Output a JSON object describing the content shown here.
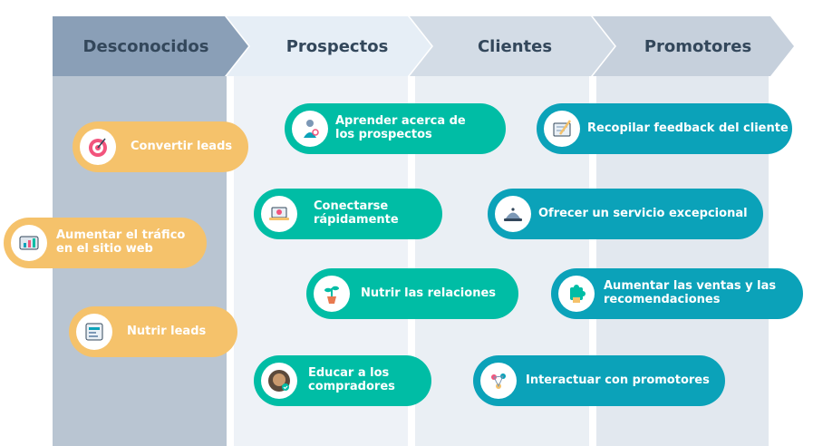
{
  "stages": [
    {
      "label": "Desconocidos"
    },
    {
      "label": "Prospectos"
    },
    {
      "label": "Clientes"
    },
    {
      "label": "Promotores"
    }
  ],
  "actions": {
    "convertir_leads": {
      "label": "Convertir leads",
      "icon": "target-icon"
    },
    "aumentar_trafico": {
      "label": "Aumentar el tráfico\nen el sitio web",
      "icon": "analytics-dashboard-icon"
    },
    "nutrir_leads": {
      "label": "Nutrir leads",
      "icon": "landing-page-icon"
    },
    "aprender_prospectos": {
      "label": "Aprender acerca de\nlos prospectos",
      "icon": "person-profile-icon"
    },
    "conectarse": {
      "label": "Conectarse\nrápidamente",
      "icon": "laptop-chat-icon"
    },
    "nutrir_relaciones": {
      "label": "Nutrir las relaciones",
      "icon": "plant-pot-icon"
    },
    "educar_compradores": {
      "label": "Educar a los\ncompradores",
      "icon": "customer-avatar-icon"
    },
    "recopilar_feedback": {
      "label": "Recopilar feedback del cliente",
      "icon": "notebook-pen-icon"
    },
    "ofrecer_servicio": {
      "label": "Ofrecer un servicio excepcional",
      "icon": "service-bell-icon"
    },
    "aumentar_ventas": {
      "label": "Aumentar las ventas y las\nrecomendaciones",
      "icon": "puzzle-piece-icon"
    },
    "interactuar_promotores": {
      "label": "Interactuar con promotores",
      "icon": "social-sharing-icon"
    }
  },
  "colors": {
    "stage_1": "#8a9fb7",
    "stage_2": "#e6eef6",
    "stage_3": "#d3dce6",
    "stage_4": "#c6d0dc",
    "column_1": "#b9c5d2",
    "column_2": "#eef2f7",
    "column_3": "#eaeff4",
    "column_4": "#e2e8ef",
    "orange": "#f5c26b",
    "green": "#00bda5",
    "teal": "#0ba2b9",
    "text_dark": "#33475b"
  }
}
